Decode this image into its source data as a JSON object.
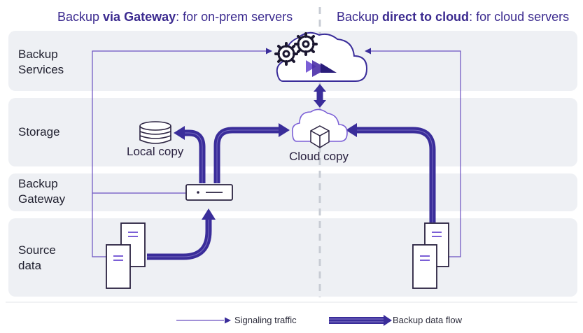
{
  "headers": {
    "left_prefix": "Backup ",
    "left_bold": "via Gateway",
    "left_suffix": ": for on-prem servers",
    "right_prefix": "Backup ",
    "right_bold": "direct to cloud",
    "right_suffix": ": for cloud servers"
  },
  "rows": {
    "services": [
      "Backup",
      "Services"
    ],
    "storage": [
      "Storage"
    ],
    "gateway": [
      "Backup",
      "Gateway"
    ],
    "source": [
      "Source",
      "data"
    ]
  },
  "labels": {
    "local_copy": "Local copy",
    "cloud_copy": "Cloud copy"
  },
  "legend": {
    "signaling": "Signaling traffic",
    "backup_flow": "Backup data flow"
  },
  "colors": {
    "accent": "#3b2a8f",
    "flow": "#3a2d9a",
    "signal": "#6a4fc0",
    "band": "#eef0f4",
    "divider": "#c8ccd4"
  },
  "icons": [
    "gears-icon",
    "cloud-icon",
    "brand-logo-icon",
    "database-icon",
    "cube-cloud-icon",
    "gateway-appliance-icon",
    "server-icon"
  ]
}
